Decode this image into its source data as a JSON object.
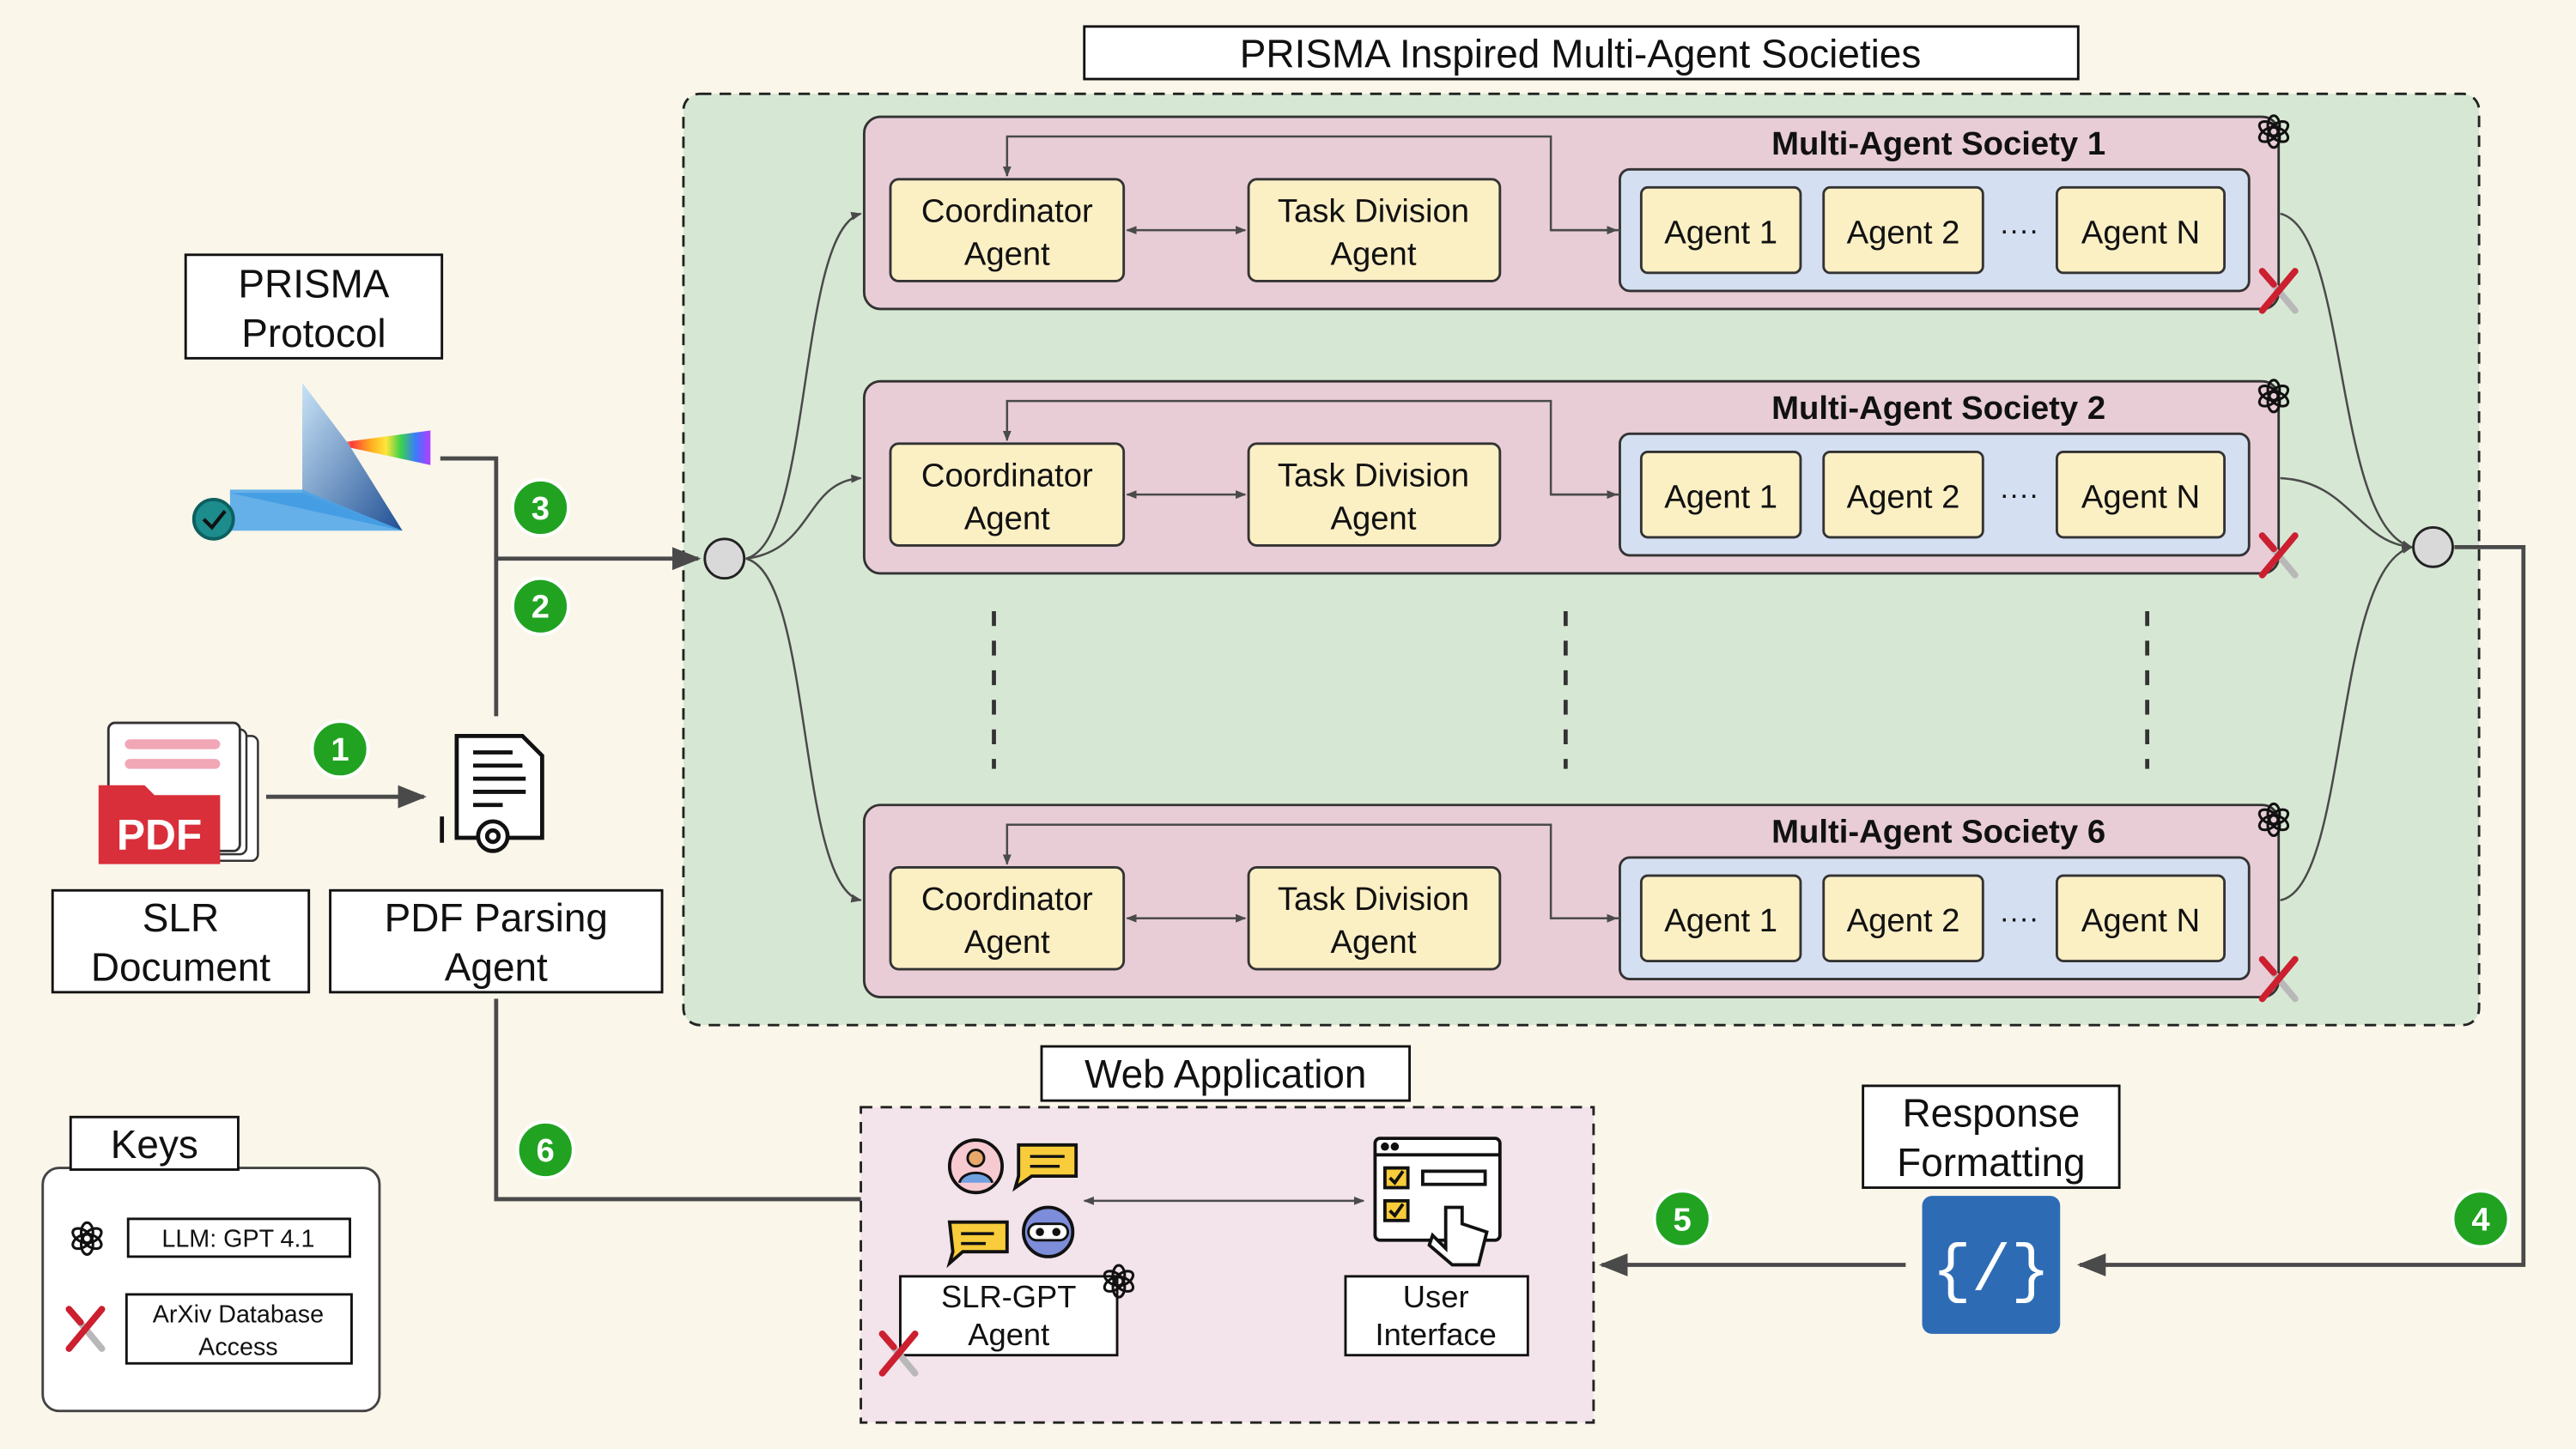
{
  "diagram": {
    "main_title": "PRISMA Inspired Multi-Agent Societies",
    "prisma_protocol": [
      "PRISMA",
      "Protocol"
    ],
    "slr_document": [
      "SLR",
      "Document"
    ],
    "pdf_icon_text": "PDF",
    "pdf_parsing_agent": [
      "PDF Parsing",
      "Agent"
    ],
    "web_application": "Web Application",
    "response_formatting": [
      "Response",
      "Formatting"
    ],
    "code_icon_text": "{/}",
    "slr_gpt_agent": [
      "SLR-GPT",
      "Agent"
    ],
    "user_interface": [
      "User",
      "Interface"
    ],
    "keys_title": "Keys",
    "key_llm": "LLM: GPT 4.1",
    "key_arxiv": [
      "ArXiv Database",
      "Access"
    ],
    "step_badges": [
      "1",
      "2",
      "3",
      "4",
      "5",
      "6"
    ],
    "societies": [
      {
        "title": "Multi-Agent Society 1",
        "coordinator": [
          "Coordinator",
          "Agent"
        ],
        "task_division": [
          "Task Division",
          "Agent"
        ],
        "agents": [
          "Agent 1",
          "Agent 2",
          "Agent N"
        ],
        "ellipsis": "····"
      },
      {
        "title": "Multi-Agent Society 2",
        "coordinator": [
          "Coordinator",
          "Agent"
        ],
        "task_division": [
          "Task Division",
          "Agent"
        ],
        "agents": [
          "Agent 1",
          "Agent 2",
          "Agent N"
        ],
        "ellipsis": "····"
      },
      {
        "title": "Multi-Agent Society 6",
        "coordinator": [
          "Coordinator",
          "Agent"
        ],
        "task_division": [
          "Task Division",
          "Agent"
        ],
        "agents": [
          "Agent 1",
          "Agent 2",
          "Agent N"
        ],
        "ellipsis": "····"
      }
    ],
    "colors": {
      "background": "#fbf6ea",
      "outer_panel": "#d6e8d3",
      "society_box": "#e8cdd6",
      "agent_group": "#d5dff2",
      "agent_box": "#fbefc4",
      "web_panel": "#f3e3ea",
      "step_badge": "#21a321",
      "code_icon": "#2d6cb5",
      "arrow": "#4a4a4a"
    },
    "icons": [
      "openai-icon",
      "arxiv-cross-icon",
      "prism-icon",
      "pdf-icon",
      "document-gear-icon",
      "code-icon",
      "user-chat-icon",
      "robot-chat-icon",
      "checklist-ui-icon"
    ]
  }
}
